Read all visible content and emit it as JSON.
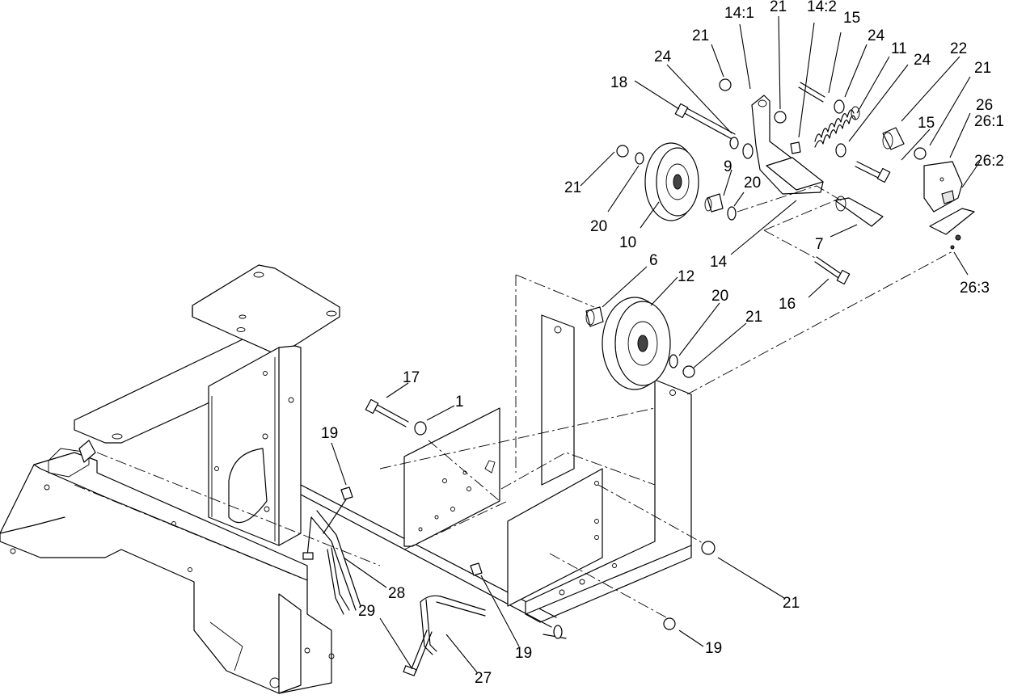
{
  "callouts": [
    {
      "id": "c-21-a",
      "text": "21"
    },
    {
      "id": "c-14-1",
      "text": "14:1"
    },
    {
      "id": "c-21-b",
      "text": "21"
    },
    {
      "id": "c-14-2",
      "text": "14:2"
    },
    {
      "id": "c-15-a",
      "text": "15"
    },
    {
      "id": "c-24-a",
      "text": "24"
    },
    {
      "id": "c-24-b",
      "text": "24"
    },
    {
      "id": "c-11",
      "text": "11"
    },
    {
      "id": "c-24-c",
      "text": "24"
    },
    {
      "id": "c-22",
      "text": "22"
    },
    {
      "id": "c-21-c",
      "text": "21"
    },
    {
      "id": "c-18",
      "text": "18"
    },
    {
      "id": "c-26",
      "text": "26"
    },
    {
      "id": "c-26-1",
      "text": "26:1"
    },
    {
      "id": "c-15-b",
      "text": "15"
    },
    {
      "id": "c-26-2",
      "text": "26:2"
    },
    {
      "id": "c-9",
      "text": "9"
    },
    {
      "id": "c-20-a",
      "text": "20"
    },
    {
      "id": "c-21-d",
      "text": "21"
    },
    {
      "id": "c-20-b",
      "text": "20"
    },
    {
      "id": "c-10",
      "text": "10"
    },
    {
      "id": "c-14",
      "text": "14"
    },
    {
      "id": "c-7",
      "text": "7"
    },
    {
      "id": "c-26-3",
      "text": "26:3"
    },
    {
      "id": "c-6",
      "text": "6"
    },
    {
      "id": "c-12",
      "text": "12"
    },
    {
      "id": "c-16",
      "text": "16"
    },
    {
      "id": "c-20-c",
      "text": "20"
    },
    {
      "id": "c-21-e",
      "text": "21"
    },
    {
      "id": "c-17",
      "text": "17"
    },
    {
      "id": "c-1",
      "text": "1"
    },
    {
      "id": "c-19-a",
      "text": "19"
    },
    {
      "id": "c-28",
      "text": "28"
    },
    {
      "id": "c-21-f",
      "text": "21"
    },
    {
      "id": "c-29",
      "text": "29"
    },
    {
      "id": "c-19-b",
      "text": "19"
    },
    {
      "id": "c-19-c",
      "text": "19"
    },
    {
      "id": "c-27",
      "text": "27"
    }
  ]
}
